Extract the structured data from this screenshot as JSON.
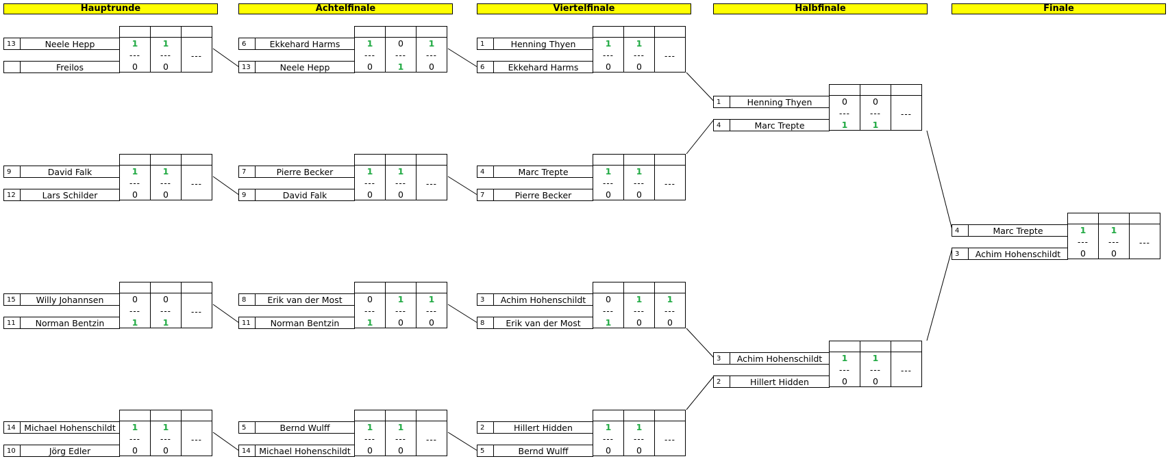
{
  "rounds": [
    {
      "label": "Hauptrunde"
    },
    {
      "label": "Achtelfinale"
    },
    {
      "label": "Viertelfinale"
    },
    {
      "label": "Halbfinale"
    },
    {
      "label": "Finale"
    }
  ],
  "dash": "---",
  "matches": [
    {
      "round": 0,
      "slot": 0,
      "p1": {
        "seed": "13",
        "name": "Neele Hepp",
        "s": [
          "1",
          "1"
        ],
        "w": [
          1,
          1
        ]
      },
      "p2": {
        "seed": "",
        "name": "Freilos",
        "s": [
          "0",
          "0"
        ],
        "w": [
          0,
          0
        ]
      },
      "sets": 3
    },
    {
      "round": 0,
      "slot": 1,
      "p1": {
        "seed": "9",
        "name": "David Falk",
        "s": [
          "1",
          "1"
        ],
        "w": [
          1,
          1
        ]
      },
      "p2": {
        "seed": "12",
        "name": "Lars Schilder",
        "s": [
          "0",
          "0"
        ],
        "w": [
          0,
          0
        ]
      },
      "sets": 3
    },
    {
      "round": 0,
      "slot": 2,
      "p1": {
        "seed": "15",
        "name": "Willy Johannsen",
        "s": [
          "0",
          "0"
        ],
        "w": [
          0,
          0
        ]
      },
      "p2": {
        "seed": "11",
        "name": "Norman Bentzin",
        "s": [
          "1",
          "1"
        ],
        "w": [
          1,
          1
        ]
      },
      "sets": 3
    },
    {
      "round": 0,
      "slot": 3,
      "p1": {
        "seed": "14",
        "name": "Michael Hohenschildt",
        "s": [
          "1",
          "1"
        ],
        "w": [
          1,
          1
        ]
      },
      "p2": {
        "seed": "10",
        "name": "Jörg Edler",
        "s": [
          "0",
          "0"
        ],
        "w": [
          0,
          0
        ]
      },
      "sets": 3
    },
    {
      "round": 1,
      "slot": 0,
      "p1": {
        "seed": "6",
        "name": "Ekkehard Harms",
        "s": [
          "1",
          "0",
          "1"
        ],
        "w": [
          1,
          0,
          1
        ]
      },
      "p2": {
        "seed": "13",
        "name": "Neele Hepp",
        "s": [
          "0",
          "1",
          "0"
        ],
        "w": [
          0,
          1,
          0
        ]
      },
      "sets": 3
    },
    {
      "round": 1,
      "slot": 1,
      "p1": {
        "seed": "7",
        "name": "Pierre Becker",
        "s": [
          "1",
          "1"
        ],
        "w": [
          1,
          1
        ]
      },
      "p2": {
        "seed": "9",
        "name": "David Falk",
        "s": [
          "0",
          "0"
        ],
        "w": [
          0,
          0
        ]
      },
      "sets": 3
    },
    {
      "round": 1,
      "slot": 2,
      "p1": {
        "seed": "8",
        "name": "Erik van der Most",
        "s": [
          "0",
          "1",
          "1"
        ],
        "w": [
          0,
          1,
          1
        ]
      },
      "p2": {
        "seed": "11",
        "name": "Norman Bentzin",
        "s": [
          "1",
          "0",
          "0"
        ],
        "w": [
          1,
          0,
          0
        ]
      },
      "sets": 3
    },
    {
      "round": 1,
      "slot": 3,
      "p1": {
        "seed": "5",
        "name": "Bernd Wulff",
        "s": [
          "1",
          "1"
        ],
        "w": [
          1,
          1
        ]
      },
      "p2": {
        "seed": "14",
        "name": "Michael Hohenschildt",
        "s": [
          "0",
          "0"
        ],
        "w": [
          0,
          0
        ]
      },
      "sets": 3
    },
    {
      "round": 2,
      "slot": 0,
      "p1": {
        "seed": "1",
        "name": "Henning Thyen",
        "s": [
          "1",
          "1"
        ],
        "w": [
          1,
          1
        ]
      },
      "p2": {
        "seed": "6",
        "name": "Ekkehard Harms",
        "s": [
          "0",
          "0"
        ],
        "w": [
          0,
          0
        ]
      },
      "sets": 3
    },
    {
      "round": 2,
      "slot": 1,
      "p1": {
        "seed": "4",
        "name": "Marc Trepte",
        "s": [
          "1",
          "1"
        ],
        "w": [
          1,
          1
        ]
      },
      "p2": {
        "seed": "7",
        "name": "Pierre Becker",
        "s": [
          "0",
          "0"
        ],
        "w": [
          0,
          0
        ]
      },
      "sets": 3
    },
    {
      "round": 2,
      "slot": 2,
      "p1": {
        "seed": "3",
        "name": "Achim Hohenschildt",
        "s": [
          "0",
          "1",
          "1"
        ],
        "w": [
          0,
          1,
          1
        ]
      },
      "p2": {
        "seed": "8",
        "name": "Erik van der Most",
        "s": [
          "1",
          "0",
          "0"
        ],
        "w": [
          1,
          0,
          0
        ]
      },
      "sets": 3
    },
    {
      "round": 2,
      "slot": 3,
      "p1": {
        "seed": "2",
        "name": "Hillert Hidden",
        "s": [
          "1",
          "1"
        ],
        "w": [
          1,
          1
        ]
      },
      "p2": {
        "seed": "5",
        "name": "Bernd Wulff",
        "s": [
          "0",
          "0"
        ],
        "w": [
          0,
          0
        ]
      },
      "sets": 3
    },
    {
      "round": 3,
      "slot": 0,
      "p1": {
        "seed": "1",
        "name": "Henning Thyen",
        "s": [
          "0",
          "0"
        ],
        "w": [
          0,
          0
        ]
      },
      "p2": {
        "seed": "4",
        "name": "Marc Trepte",
        "s": [
          "1",
          "1"
        ],
        "w": [
          1,
          1
        ]
      },
      "sets": 3
    },
    {
      "round": 3,
      "slot": 1,
      "p1": {
        "seed": "3",
        "name": "Achim Hohenschildt",
        "s": [
          "1",
          "1"
        ],
        "w": [
          1,
          1
        ]
      },
      "p2": {
        "seed": "2",
        "name": "Hillert Hidden",
        "s": [
          "0",
          "0"
        ],
        "w": [
          0,
          0
        ]
      },
      "sets": 3
    },
    {
      "round": 4,
      "slot": 0,
      "p1": {
        "seed": "4",
        "name": "Marc Trepte",
        "s": [
          "1",
          "1"
        ],
        "w": [
          1,
          1
        ]
      },
      "p2": {
        "seed": "3",
        "name": "Achim Hohenschildt",
        "s": [
          "0",
          "0"
        ],
        "w": [
          0,
          0
        ]
      },
      "sets": 3
    }
  ]
}
